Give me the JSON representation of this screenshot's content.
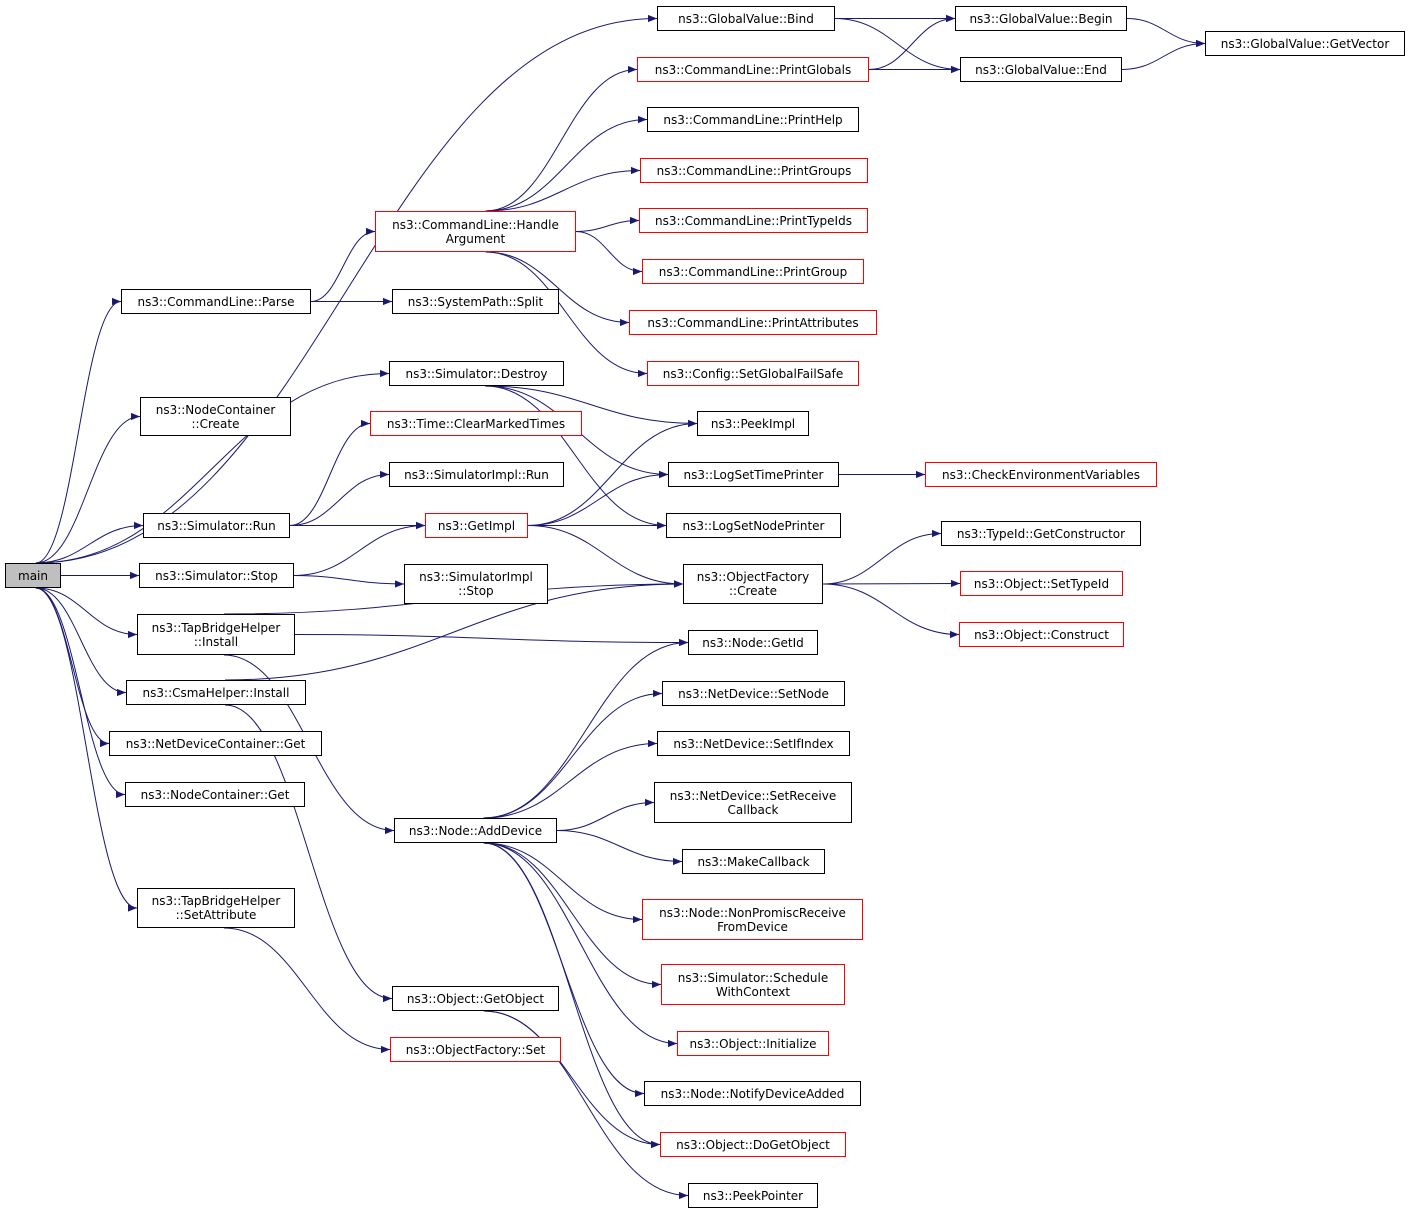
{
  "colors": {
    "edge": "#191970",
    "border": "#000000",
    "border_undocumented": "#ff0000",
    "root_fill": "#bfbfbf"
  },
  "nodes": {
    "main": {
      "label": "main",
      "style": "root"
    },
    "gv_bind": {
      "label": "ns3::GlobalValue::Bind",
      "style": "black"
    },
    "gv_begin": {
      "label": "ns3::GlobalValue::Begin",
      "style": "black"
    },
    "gv_getvector": {
      "label": "ns3::GlobalValue::GetVector",
      "style": "black"
    },
    "cl_printglobals": {
      "label": "ns3::CommandLine::PrintGlobals",
      "style": "red"
    },
    "gv_end": {
      "label": "ns3::GlobalValue::End",
      "style": "black"
    },
    "cl_printhelp": {
      "label": "ns3::CommandLine::PrintHelp",
      "style": "black"
    },
    "cl_printgroups": {
      "label": "ns3::CommandLine::PrintGroups",
      "style": "red"
    },
    "cl_handlearg": {
      "label": "ns3::CommandLine::Handle\nArgument",
      "style": "red"
    },
    "cl_printtypeids": {
      "label": "ns3::CommandLine::PrintTypeIds",
      "style": "red"
    },
    "cl_printgroup": {
      "label": "ns3::CommandLine::PrintGroup",
      "style": "red"
    },
    "cl_parse": {
      "label": "ns3::CommandLine::Parse",
      "style": "black"
    },
    "sp_split": {
      "label": "ns3::SystemPath::Split",
      "style": "black"
    },
    "cl_printattributes": {
      "label": "ns3::CommandLine::PrintAttributes",
      "style": "red"
    },
    "cfg_setglobalfailsafe": {
      "label": "ns3::Config::SetGlobalFailSafe",
      "style": "red"
    },
    "sim_destroy": {
      "label": "ns3::Simulator::Destroy",
      "style": "black"
    },
    "nc_create": {
      "label": "ns3::NodeContainer\n::Create",
      "style": "black"
    },
    "time_clearmarked": {
      "label": "ns3::Time::ClearMarkedTimes",
      "style": "red"
    },
    "peekimpl": {
      "label": "ns3::PeekImpl",
      "style": "black"
    },
    "simimpl_run": {
      "label": "ns3::SimulatorImpl::Run",
      "style": "black"
    },
    "logsettimeprinter": {
      "label": "ns3::LogSetTimePrinter",
      "style": "black"
    },
    "checkenv": {
      "label": "ns3::CheckEnvironmentVariables",
      "style": "red"
    },
    "sim_run": {
      "label": "ns3::Simulator::Run",
      "style": "black"
    },
    "getimpl": {
      "label": "ns3::GetImpl",
      "style": "red"
    },
    "logsetnodeprinter": {
      "label": "ns3::LogSetNodePrinter",
      "style": "black"
    },
    "typeid_getctor": {
      "label": "ns3::TypeId::GetConstructor",
      "style": "black"
    },
    "sim_stop": {
      "label": "ns3::Simulator::Stop",
      "style": "black"
    },
    "simimpl_stop": {
      "label": "ns3::SimulatorImpl\n::Stop",
      "style": "black"
    },
    "of_create": {
      "label": "ns3::ObjectFactory\n::Create",
      "style": "black"
    },
    "obj_settypeid": {
      "label": "ns3::Object::SetTypeId",
      "style": "red"
    },
    "tbh_install": {
      "label": "ns3::TapBridgeHelper\n::Install",
      "style": "black"
    },
    "obj_construct": {
      "label": "ns3::Object::Construct",
      "style": "red"
    },
    "node_getid": {
      "label": "ns3::Node::GetId",
      "style": "black"
    },
    "csma_install": {
      "label": "ns3::CsmaHelper::Install",
      "style": "black"
    },
    "nd_setnode": {
      "label": "ns3::NetDevice::SetNode",
      "style": "black"
    },
    "ndc_get": {
      "label": "ns3::NetDeviceContainer::Get",
      "style": "black"
    },
    "nd_setifindex": {
      "label": "ns3::NetDevice::SetIfIndex",
      "style": "black"
    },
    "nc_get": {
      "label": "ns3::NodeContainer::Get",
      "style": "black"
    },
    "nd_setreceivecb": {
      "label": "ns3::NetDevice::SetReceive\nCallback",
      "style": "black"
    },
    "node_adddevice": {
      "label": "ns3::Node::AddDevice",
      "style": "black"
    },
    "makecallback": {
      "label": "ns3::MakeCallback",
      "style": "black"
    },
    "node_nonpromisc": {
      "label": "ns3::Node::NonPromiscReceive\nFromDevice",
      "style": "red"
    },
    "tbh_setattribute": {
      "label": "ns3::TapBridgeHelper\n::SetAttribute",
      "style": "black"
    },
    "sim_schedulewithctx": {
      "label": "ns3::Simulator::Schedule\nWithContext",
      "style": "red"
    },
    "obj_getobject": {
      "label": "ns3::Object::GetObject",
      "style": "black"
    },
    "obj_initialize": {
      "label": "ns3::Object::Initialize",
      "style": "red"
    },
    "of_set": {
      "label": "ns3::ObjectFactory::Set",
      "style": "red"
    },
    "node_notifydeviceadded": {
      "label": "ns3::Node::NotifyDeviceAdded",
      "style": "black"
    },
    "obj_dogetobject": {
      "label": "ns3::Object::DoGetObject",
      "style": "red"
    },
    "peekpointer": {
      "label": "ns3::PeekPointer",
      "style": "black"
    }
  },
  "edges": [
    [
      "main",
      "gv_bind"
    ],
    [
      "main",
      "cl_parse"
    ],
    [
      "main",
      "nc_create"
    ],
    [
      "main",
      "sim_destroy"
    ],
    [
      "main",
      "sim_run"
    ],
    [
      "main",
      "sim_stop"
    ],
    [
      "main",
      "tbh_install"
    ],
    [
      "main",
      "csma_install"
    ],
    [
      "main",
      "ndc_get"
    ],
    [
      "main",
      "nc_get"
    ],
    [
      "main",
      "tbh_setattribute"
    ],
    [
      "gv_bind",
      "gv_begin"
    ],
    [
      "gv_bind",
      "gv_end"
    ],
    [
      "gv_begin",
      "gv_getvector"
    ],
    [
      "gv_end",
      "gv_getvector"
    ],
    [
      "cl_printglobals",
      "gv_begin"
    ],
    [
      "cl_printglobals",
      "gv_end"
    ],
    [
      "cl_parse",
      "cl_handlearg"
    ],
    [
      "cl_parse",
      "sp_split"
    ],
    [
      "cl_handlearg",
      "cl_printglobals"
    ],
    [
      "cl_handlearg",
      "cl_printhelp"
    ],
    [
      "cl_handlearg",
      "cl_printgroups"
    ],
    [
      "cl_handlearg",
      "cl_printtypeids"
    ],
    [
      "cl_handlearg",
      "cl_printgroup"
    ],
    [
      "cl_handlearg",
      "cl_printattributes"
    ],
    [
      "cl_handlearg",
      "cfg_setglobalfailsafe"
    ],
    [
      "sim_destroy",
      "peekimpl"
    ],
    [
      "sim_destroy",
      "logsettimeprinter"
    ],
    [
      "sim_destroy",
      "logsetnodeprinter"
    ],
    [
      "sim_run",
      "time_clearmarked"
    ],
    [
      "sim_run",
      "simimpl_run"
    ],
    [
      "sim_run",
      "getimpl"
    ],
    [
      "getimpl",
      "peekimpl"
    ],
    [
      "getimpl",
      "logsettimeprinter"
    ],
    [
      "getimpl",
      "logsetnodeprinter"
    ],
    [
      "getimpl",
      "of_create"
    ],
    [
      "logsettimeprinter",
      "checkenv"
    ],
    [
      "sim_stop",
      "getimpl"
    ],
    [
      "sim_stop",
      "simimpl_stop"
    ],
    [
      "of_create",
      "typeid_getctor"
    ],
    [
      "of_create",
      "obj_settypeid"
    ],
    [
      "of_create",
      "obj_construct"
    ],
    [
      "tbh_install",
      "of_create"
    ],
    [
      "tbh_install",
      "node_getid"
    ],
    [
      "tbh_install",
      "node_adddevice"
    ],
    [
      "csma_install",
      "of_create"
    ],
    [
      "csma_install",
      "obj_getobject"
    ],
    [
      "node_adddevice",
      "node_getid"
    ],
    [
      "node_adddevice",
      "nd_setnode"
    ],
    [
      "node_adddevice",
      "nd_setifindex"
    ],
    [
      "node_adddevice",
      "nd_setreceivecb"
    ],
    [
      "node_adddevice",
      "makecallback"
    ],
    [
      "node_adddevice",
      "node_nonpromisc"
    ],
    [
      "node_adddevice",
      "sim_schedulewithctx"
    ],
    [
      "node_adddevice",
      "obj_initialize"
    ],
    [
      "node_adddevice",
      "node_notifydeviceadded"
    ],
    [
      "node_adddevice",
      "obj_dogetobject"
    ],
    [
      "tbh_setattribute",
      "of_set"
    ],
    [
      "obj_getobject",
      "obj_dogetobject"
    ],
    [
      "obj_getobject",
      "peekpointer"
    ]
  ]
}
